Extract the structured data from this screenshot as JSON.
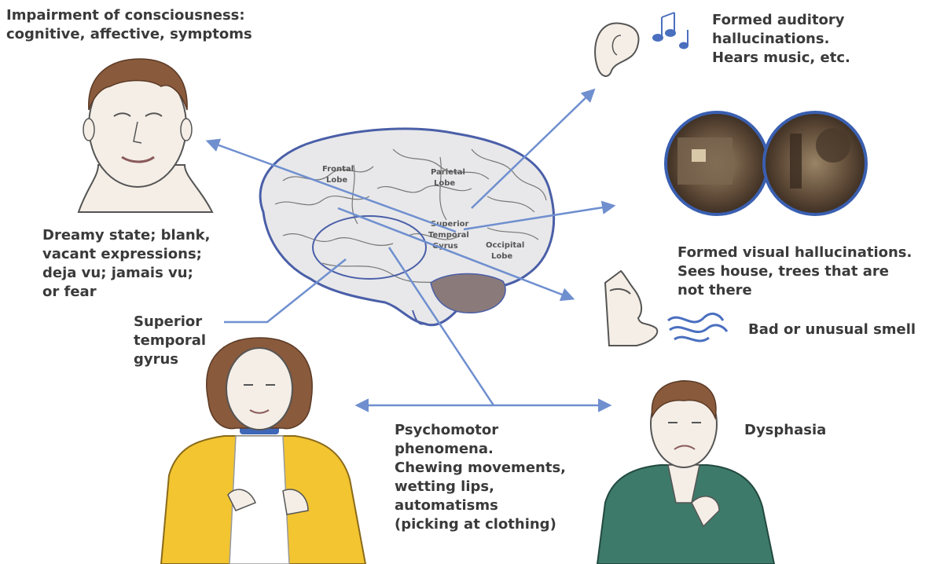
{
  "labels": {
    "consciousness": "Impairment of consciousness:\ncognitive, affective, symptoms",
    "dreamy": "Dreamy state; blank,\nvacant expressions;\ndeja vu; jamais vu;\nor fear",
    "superior_gyrus": "Superior\ntemporal\ngyrus",
    "auditory": "Formed auditory\nhallucinations.\nHears music, etc.",
    "visual": "Formed visual hallucinations.\nSees house, trees that are\nnot there",
    "smell": "Bad or unusual smell",
    "dysphasia": "Dysphasia",
    "psychomotor": "Psychomotor\nphenomena.\nChewing movements,\nwetting lips,\nautomatisms\n(picking at clothing)"
  },
  "brain_labels": {
    "frontal_1": "Frontal",
    "frontal_2": "Lobe",
    "parietal_1": "Parietal",
    "parietal_2": "Lobe",
    "superior_1": "Superior",
    "superior_2": "Temporal",
    "superior_3": "Gyrus",
    "occipital_1": "Occipital",
    "occipital_2": "Lobe"
  },
  "colors": {
    "arrow": "#6f8fcf",
    "brain_outline": "#4a5fa8",
    "skin": "#f4eee6",
    "hair": "#8a5a3c",
    "yellow_jacket": "#f2c531",
    "green_shirt": "#3d7a6a"
  }
}
